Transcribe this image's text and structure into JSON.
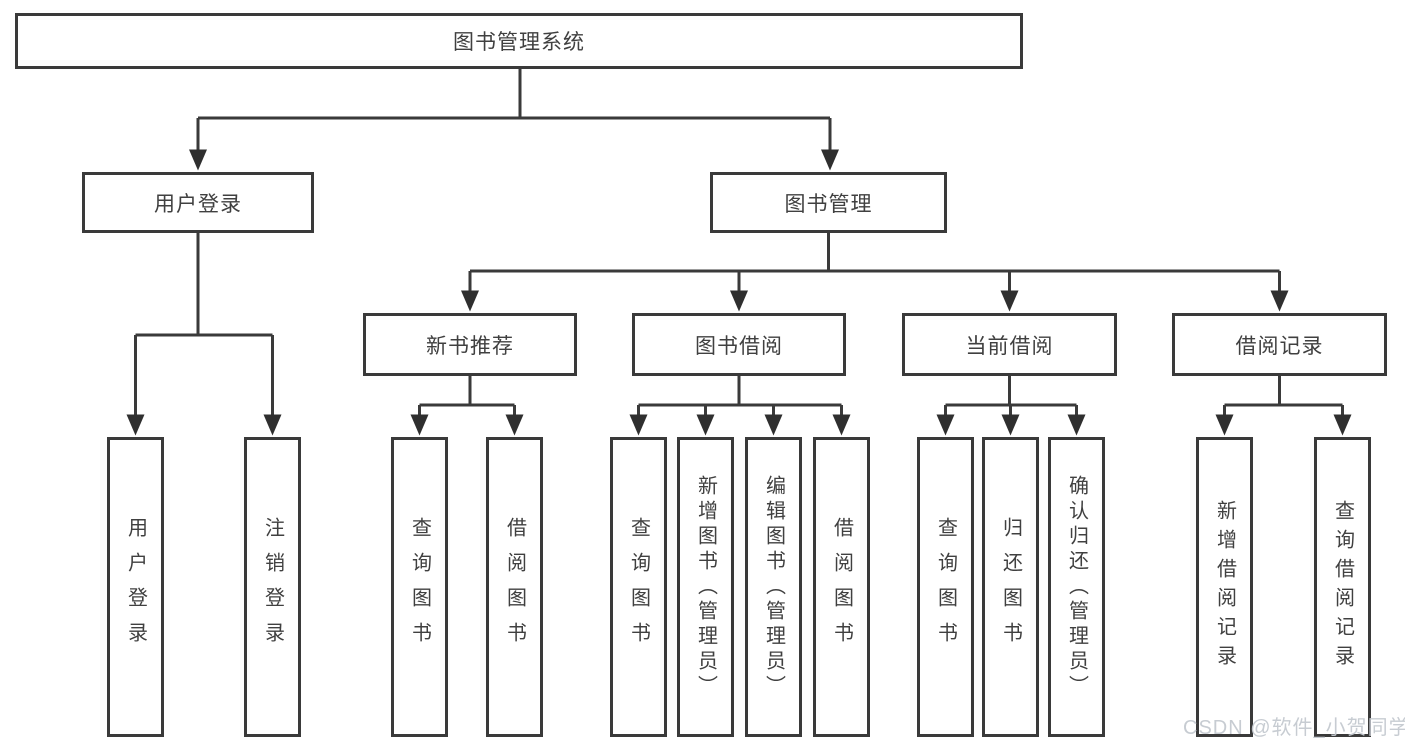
{
  "diagram": {
    "root_label": "图书管理系统",
    "level2": {
      "user_login": "用户登录",
      "book_mgmt": "图书管理"
    },
    "level3": {
      "new_book_rec": "新书推荐",
      "book_borrow": "图书借阅",
      "current_borrow": "当前借阅",
      "borrow_records": "借阅记录"
    },
    "leaves": {
      "user_login": "用户登录",
      "logout": "注销登录",
      "rec_query_book": "查询图书",
      "rec_borrow_book": "借阅图书",
      "bb_query_book": "查询图书",
      "bb_add_book": "新增图书（管理员）",
      "bb_edit_book": "编辑图书（管理员）",
      "bb_borrow_book": "借阅图书",
      "cb_query_book": "查询图书",
      "cb_return_book": "归还图书",
      "cb_confirm_return": "确认归还（管理员）",
      "br_add_record": "新增借阅记录",
      "br_query_record": "查询借阅记录"
    }
  },
  "watermark": {
    "text": "CSDN @软件_小贺同学"
  },
  "colors": {
    "line": "#3a3a3a",
    "text": "#404040",
    "background": "#ffffff",
    "watermark": "#c5cad0"
  }
}
